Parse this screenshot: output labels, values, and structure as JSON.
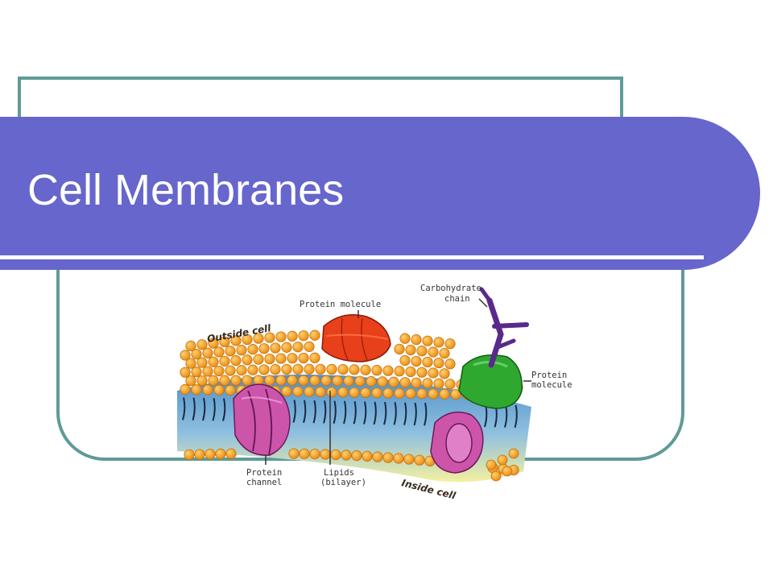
{
  "slide": {
    "title": "Cell Membranes"
  },
  "diagram": {
    "labels": {
      "outside_cell": "Outside cell",
      "inside_cell": "Inside cell",
      "protein_molecule_top": "Protein molecule",
      "carbohydrate_line1": "Carbohydrate",
      "carbohydrate_line2": "chain",
      "protein_right_line1": "Protein",
      "protein_right_line2": "molecule",
      "channel_line1": "Protein",
      "channel_line2": "channel",
      "lipids_line1": "Lipids",
      "lipids_line2": "(bilayer)"
    },
    "colors": {
      "frame": "#5f9b98",
      "title_band": "#6666cc",
      "lipid_head": "#f5a020",
      "lipid_head_edge": "#c8700a",
      "top_protein": "#e8401a",
      "right_protein": "#2fa82f",
      "channel": "#cc55aa",
      "carbohydrate": "#6a3a9a",
      "membrane_blue": "#6aa6d6"
    }
  }
}
